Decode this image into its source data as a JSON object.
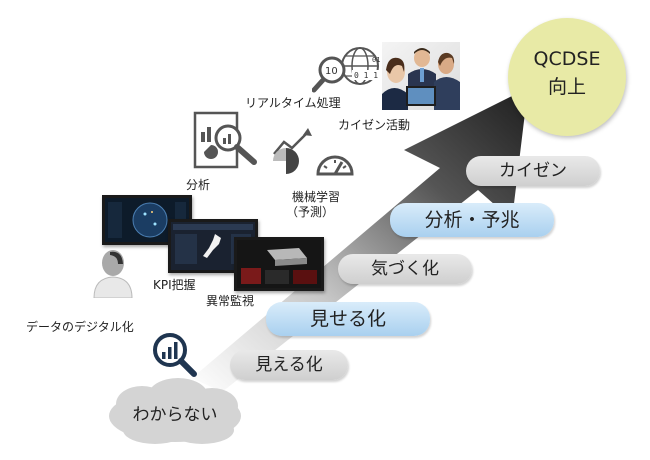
{
  "goal": {
    "line1": "QCDSE",
    "line2": "向上"
  },
  "start": {
    "label": "わからない"
  },
  "steps": [
    {
      "label": "見える化",
      "style": "gray"
    },
    {
      "label": "見せる化",
      "style": "blue"
    },
    {
      "label": "気づく化",
      "style": "gray"
    },
    {
      "label": "分析・予兆",
      "style": "blue"
    },
    {
      "label": "カイゼン",
      "style": "gray"
    }
  ],
  "items": {
    "digitize": "データのデジタル化",
    "kpi": "KPI把握",
    "anomaly": "異常監視",
    "analysis": "分析",
    "ml_line1": "機械学習",
    "ml_line2": "（予測）",
    "realtime": "リアルタイム処理",
    "kaizen_activity": "カイゼン活動"
  },
  "colors": {
    "goal_fill": "#e8eaa6",
    "pill_gray": "#d9d9d9",
    "pill_blue": "#b8daf3",
    "arrow_dark": "#1e1e1e"
  }
}
